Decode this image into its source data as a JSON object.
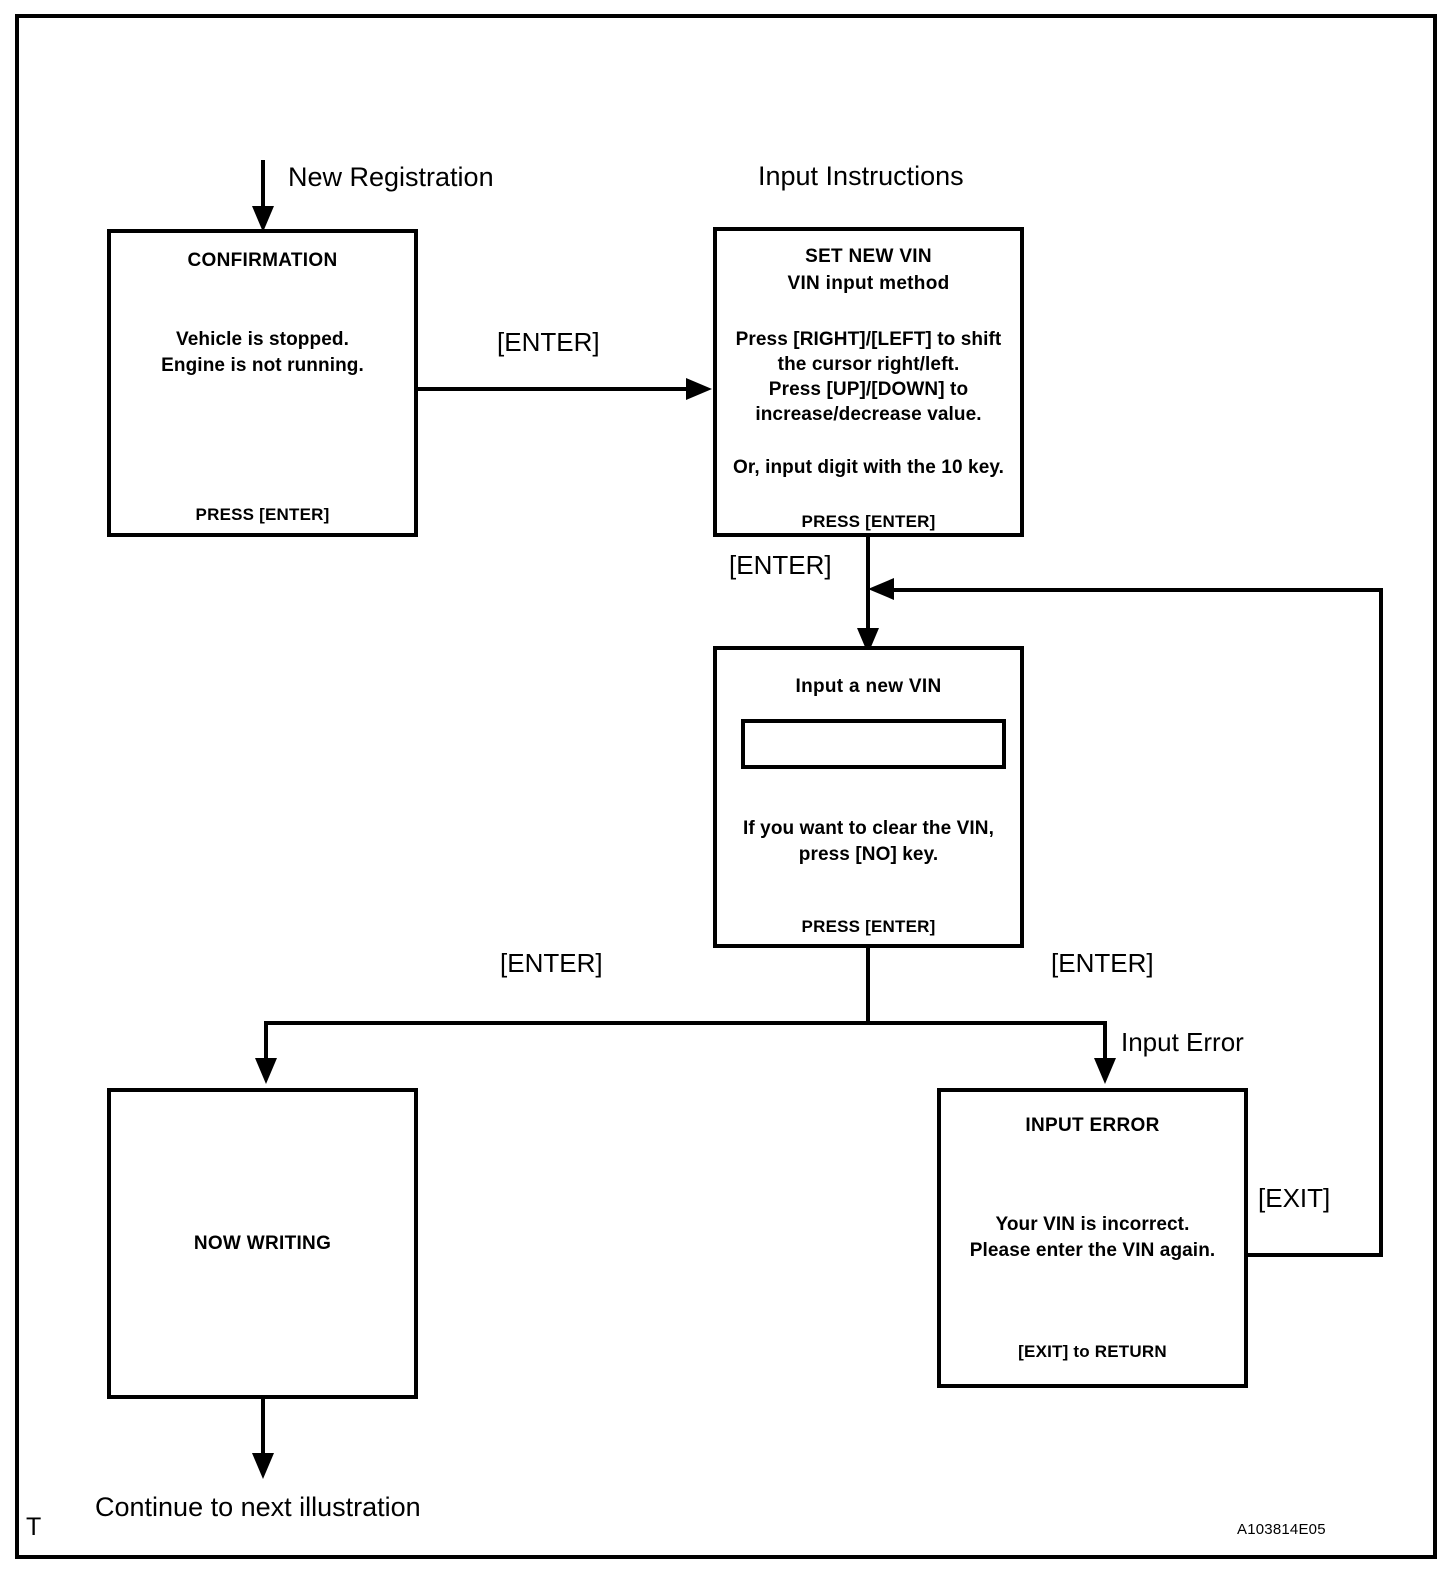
{
  "figure": {
    "code": "A103814E05",
    "corner_mark": "T"
  },
  "captions": {
    "new_registration": "New Registration",
    "input_instructions": "Input Instructions",
    "continue_next": "Continue to next illustration"
  },
  "transitions": {
    "confirm_to_setvin": "[ENTER]",
    "setvin_to_input": "[ENTER]",
    "input_to_write": "[ENTER]",
    "input_to_error": "[ENTER]",
    "input_error_branch": "Input Error",
    "error_to_input": "[EXIT]"
  },
  "screens": {
    "confirmation": {
      "title": "CONFIRMATION",
      "body_line1": "Vehicle is stopped.",
      "body_line2": "Engine is not running.",
      "footer": "PRESS [ENTER]"
    },
    "set_new_vin": {
      "title_line1": "SET NEW VIN",
      "title_line2": "VIN input method",
      "body_line1": "Press [RIGHT]/[LEFT] to shift",
      "body_line2": "the cursor right/left.",
      "body_line3": "Press [UP]/[DOWN]  to",
      "body_line4": "increase/decrease value.",
      "body_line5": "Or, input digit with the 10 key.",
      "footer": "PRESS [ENTER]"
    },
    "input_new_vin": {
      "title": "Input a new VIN",
      "field_value": "",
      "body_line1": "If you want to clear the VIN,",
      "body_line2": "press [NO] key.",
      "footer": "PRESS [ENTER]"
    },
    "now_writing": {
      "title": "NOW WRITING"
    },
    "input_error": {
      "title": "INPUT  ERROR",
      "body_line1": "Your VIN is incorrect.",
      "body_line2": "Please enter the VIN again.",
      "footer": "[EXIT] to RETURN"
    }
  },
  "colors": {
    "ink": "#000000",
    "paper": "#ffffff"
  }
}
